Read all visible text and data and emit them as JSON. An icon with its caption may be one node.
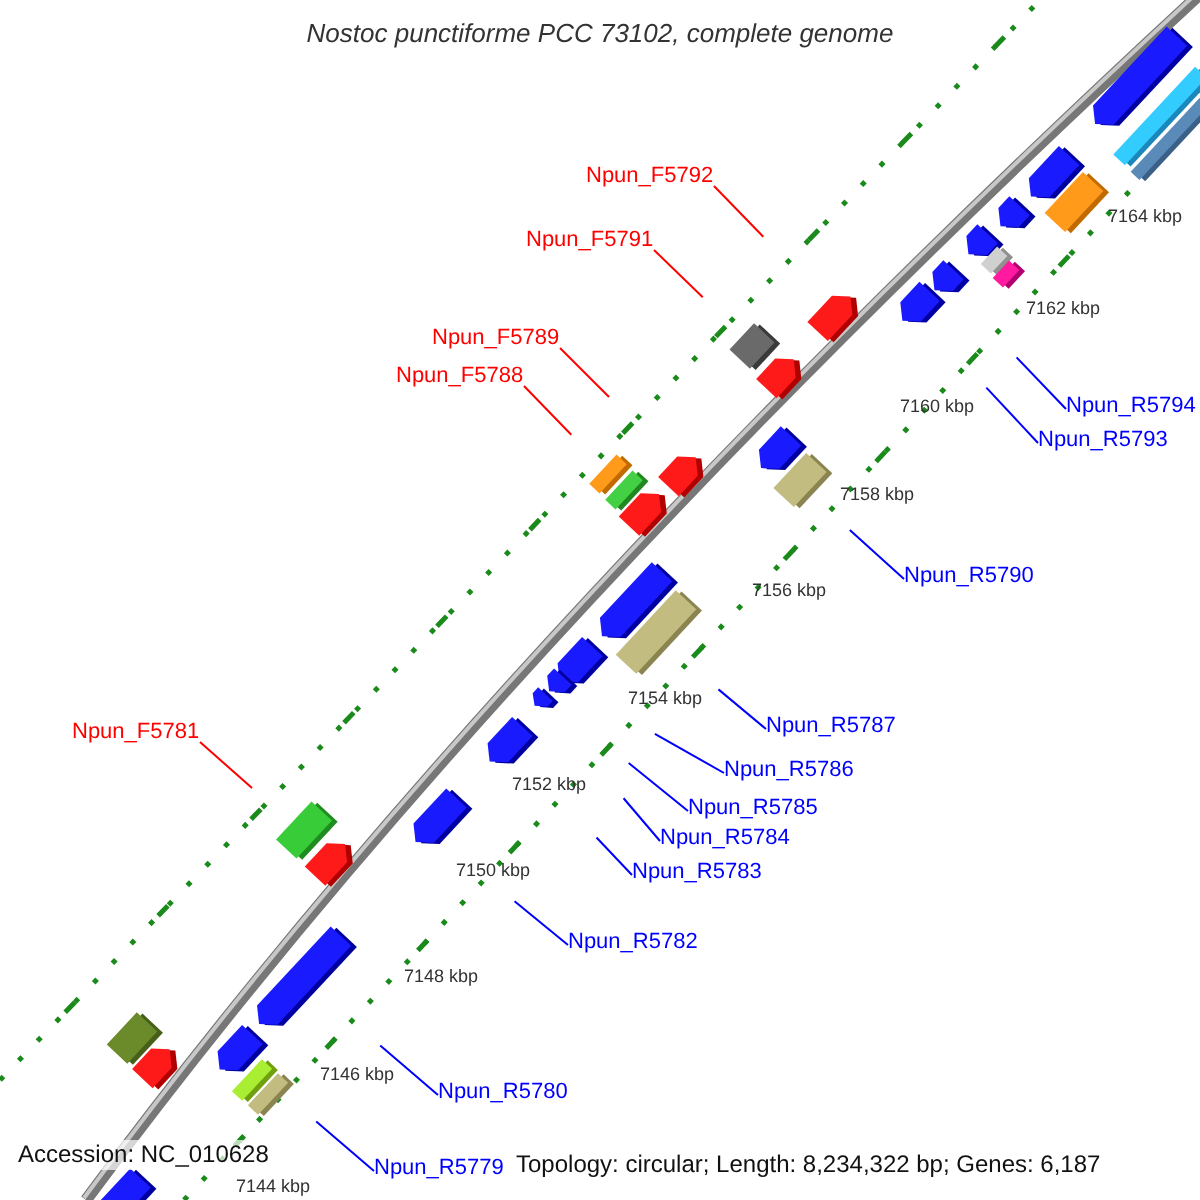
{
  "diagram": {
    "title": "Nostoc punctiforme PCC 73102, complete genome",
    "nodes": [
      {
        "text": [
          "Npun_F5792"
        ]
      },
      {
        "text": [
          "Npun_F5791"
        ]
      },
      {
        "text": [
          "Npun_F5789"
        ]
      },
      {
        "text": [
          "Npun_F5788"
        ]
      },
      {
        "text": [
          "Npun_R5794"
        ]
      },
      {
        "text": [
          "Npun_R5793"
        ]
      },
      {
        "text": [
          "Npun_R5790"
        ]
      },
      {
        "text": [
          "Npun_R5787"
        ]
      },
      {
        "text": [
          "Npun_F5781"
        ]
      },
      {
        "text": [
          "Npun_R5786"
        ]
      },
      {
        "text": [
          "Npun_R5785"
        ]
      },
      {
        "text": [
          "Npun_R5784"
        ]
      },
      {
        "text": [
          "Npun_R5783"
        ]
      },
      {
        "text": [
          "Npun_R5782"
        ]
      },
      {
        "text": [
          "Npun_R5780"
        ]
      },
      {
        "text": [
          "Npun_R5779"
        ]
      }
    ],
    "edges": [
      {
        "from": 0,
        "to": null,
        "arrow": "none",
        "color": "#ff0000"
      },
      {
        "from": 1,
        "to": null,
        "arrow": "none",
        "color": "#ff0000"
      },
      {
        "from": 2,
        "to": null,
        "arrow": "none",
        "color": "#ff0000"
      },
      {
        "from": 3,
        "to": null,
        "arrow": "none",
        "color": "#ff0000"
      },
      {
        "from": 4,
        "to": null,
        "arrow": "none"
      },
      {
        "from": 5,
        "to": null,
        "arrow": "none"
      },
      {
        "from": 6,
        "to": null,
        "arrow": "none"
      },
      {
        "from": 7,
        "to": null,
        "arrow": "none"
      },
      {
        "from": 8,
        "to": null,
        "arrow": "none",
        "color": "#ff0000"
      },
      {
        "from": 9,
        "to": null,
        "arrow": "none"
      },
      {
        "from": 10,
        "to": null,
        "arrow": "none"
      },
      {
        "from": 11,
        "to": null,
        "arrow": "none"
      },
      {
        "from": 12,
        "to": null,
        "arrow": "none"
      },
      {
        "from": 13,
        "to": null,
        "arrow": "none"
      },
      {
        "from": 14,
        "to": null,
        "arrow": "none"
      },
      {
        "from": 15,
        "to": null,
        "arrow": "none"
      }
    ],
    "labels": [
      "7164 kbp",
      "7162 kbp",
      "7160 kbp",
      "7158 kbp",
      "7156 kbp",
      "7154 kbp",
      "7152 kbp",
      "7150 kbp",
      "7148 kbp",
      "7146 kbp",
      "7144 kbp",
      "Accession: NC_010628",
      "Topology: circular; Length: 8,234,322 bp; Genes: 6,187"
    ]
  }
}
